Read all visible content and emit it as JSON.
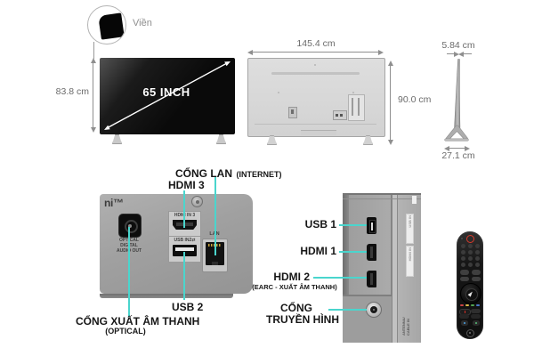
{
  "colors": {
    "leader": "#4AD5CD",
    "tv_black": "#0c0c0c",
    "tv_gray": "#d8d8d8"
  },
  "callout": {
    "label": "Viền"
  },
  "front_view": {
    "diagonal_label": "65 INCH",
    "height_label": "83.8 cm"
  },
  "back_view": {
    "width_label": "145.4 cm",
    "height_label": "90.0 cm"
  },
  "side_view": {
    "depth_label": "5.84 cm",
    "base_label": "27.1 cm"
  },
  "rear_panel": {
    "logo": "ni™",
    "optical_engraving": {
      "l1": "OPTICAL",
      "l2": "DIGITAL",
      "l3": "AUDIO OUT"
    },
    "hdmi_plate": "HDMI IN 3",
    "usb_plate": "USB IN2",
    "lan_plate": "LAN",
    "label_lan": "CỔNG LAN",
    "label_lan_sub": "(INTERNET)",
    "label_hdmi3": "HDMI 3",
    "label_usb2": "USB 2",
    "label_optical": "CỔNG XUẤT ÂM THANH",
    "label_optical_sub": "(OPTICAL)"
  },
  "side_panel": {
    "label_usb1": "USB 1",
    "label_hdmi1": "HDMI 1",
    "label_hdmi2": "HDMI 2",
    "label_hdmi2_sub": "(EARC - XUẤT ÂM THANH)",
    "label_antenna_1": "CỔNG",
    "label_antenna_2": "TRUYỀN HÌNH",
    "strip_usb": "USB IN",
    "strip_hdmi": "HDMI IN",
    "antenna_engraving": "ANTENNA/\nCABLE IN"
  }
}
